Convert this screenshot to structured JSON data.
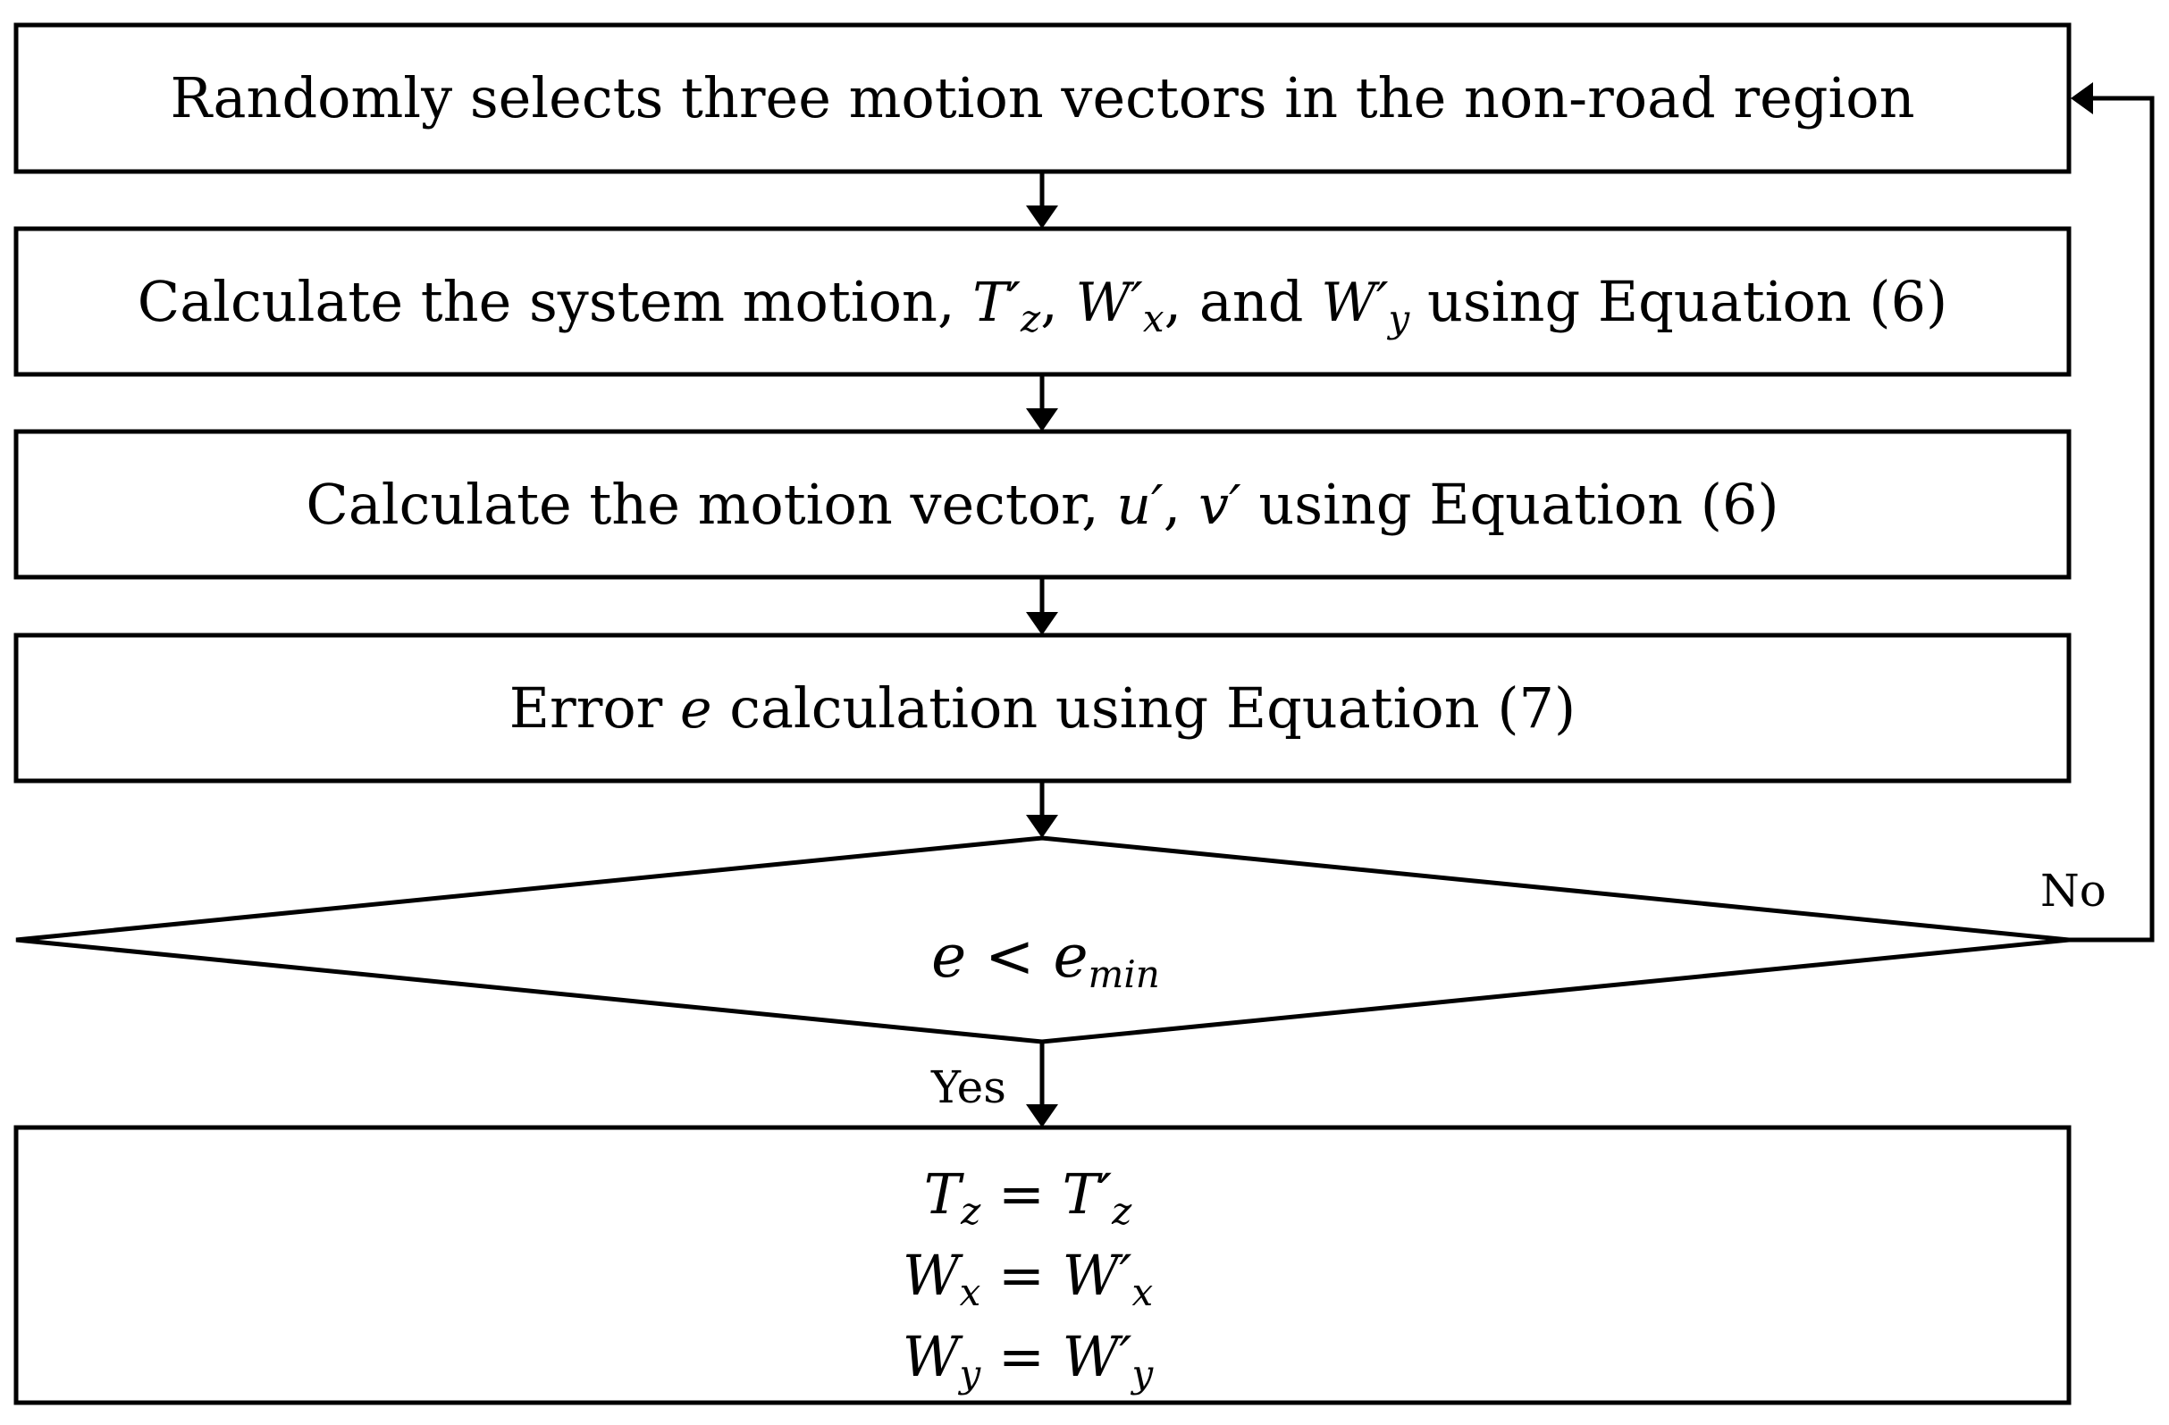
{
  "steps": {
    "step1": "Randomly selects three motion vectors in the non-road region",
    "step2": {
      "prefix": "Calculate the system motion, ",
      "t_z": "T′",
      "t_z_sub": "z",
      "sep1": ", ",
      "w_x": "W′",
      "w_x_sub": "x",
      "sep2": ", and ",
      "w_y": "W′",
      "w_y_sub": "y",
      "suffix": " using Equation (6)"
    },
    "step3": {
      "prefix": "Calculate the motion vector, ",
      "u": "u′",
      "sep": ", ",
      "v": "v′",
      "suffix": " using Equation (6)"
    },
    "step4": {
      "prefix": "Error ",
      "e": "e",
      "suffix": " calculation using Equation (7)"
    }
  },
  "decision": {
    "lhs": "e",
    "op": " < ",
    "rhs": "e",
    "rhs_sub": "min"
  },
  "edges": {
    "no_label": "No",
    "yes_label": "Yes"
  },
  "result": {
    "line1": {
      "lhs": "T",
      "lhs_sub": "z",
      "op": " = ",
      "rhs": "T′",
      "rhs_sub": "z"
    },
    "line2": {
      "lhs": "W",
      "lhs_sub": "x",
      "op": " = ",
      "rhs": "W′",
      "rhs_sub": "x"
    },
    "line3": {
      "lhs": "W",
      "lhs_sub": "y",
      "op": " = ",
      "rhs": "W′",
      "rhs_sub": "y"
    }
  },
  "colors": {
    "stroke": "#000000",
    "background": "#ffffff"
  }
}
